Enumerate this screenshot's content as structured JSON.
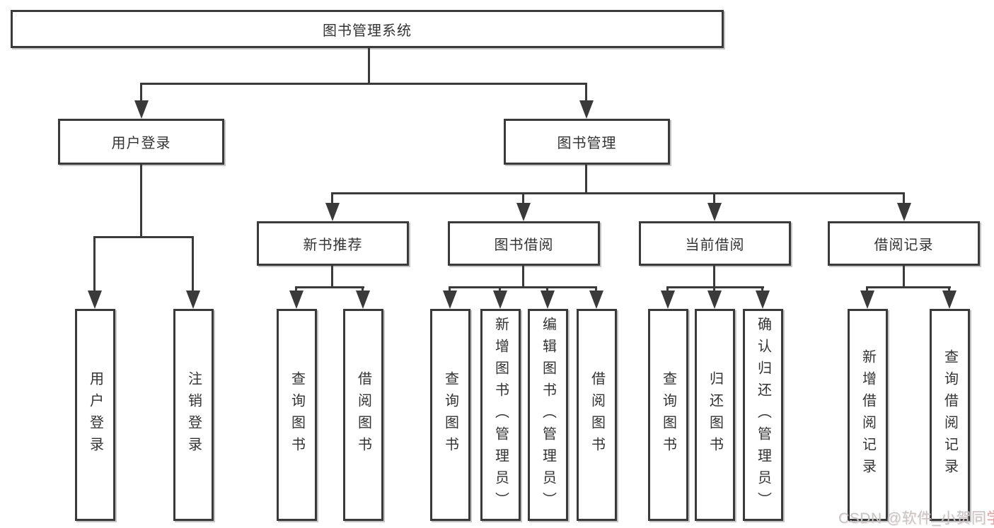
{
  "title": "图书管理系统",
  "colors": {
    "line": "#3a3a3a",
    "text": "#333333",
    "box_fill": "#ffffff",
    "watermark": "#c6c6c6",
    "watermark_accent": "#dfa4a4"
  },
  "nodes": {
    "root": {
      "label": "图书管理系统"
    },
    "level2": [
      {
        "label": "用户登录"
      },
      {
        "label": "图书管理"
      }
    ],
    "level3": [
      {
        "label": "新书推荐"
      },
      {
        "label": "图书借阅"
      },
      {
        "label": "当前借阅"
      },
      {
        "label": "借阅记录"
      }
    ],
    "leaves": [
      {
        "label": "用户登录"
      },
      {
        "label": "注销登录"
      },
      {
        "label": "查询图书"
      },
      {
        "label": "借阅图书"
      },
      {
        "label": "查询图书"
      },
      {
        "label": "新增图书（管理员）"
      },
      {
        "label": "编辑图书（管理员）"
      },
      {
        "label": "借阅图书"
      },
      {
        "label": "查询图书"
      },
      {
        "label": "归还图书"
      },
      {
        "label": "确认归还（管理员）"
      },
      {
        "label": "新增借阅记录"
      },
      {
        "label": "查询借阅记录"
      }
    ]
  },
  "watermark": {
    "prefix": "CSDN @软件_小贺同",
    "accent": "学"
  }
}
